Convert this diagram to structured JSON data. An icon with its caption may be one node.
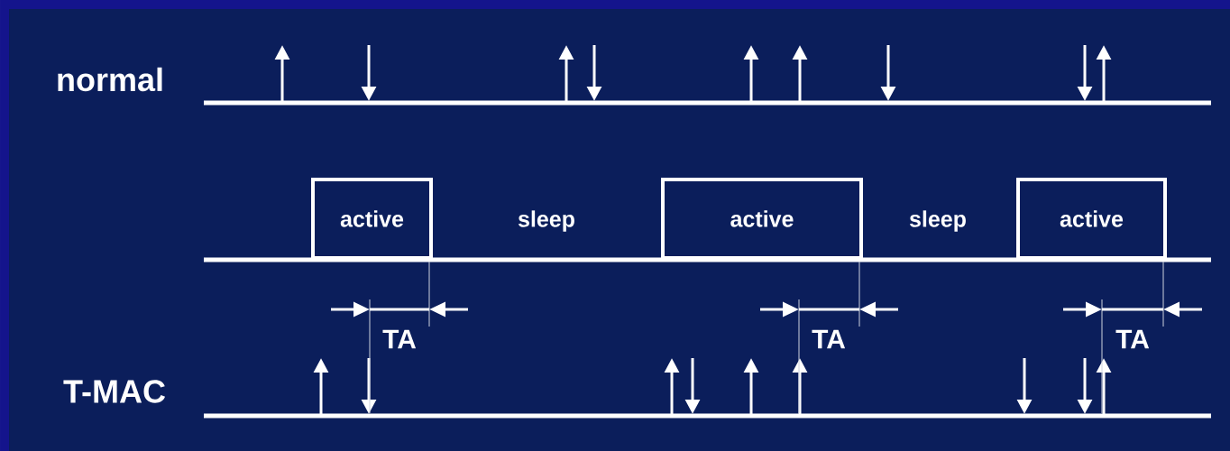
{
  "diagram": {
    "nodes": [
      {
        "text": [
          "active"
        ],
        "beside": [
          "TA"
        ]
      },
      {
        "text": [
          "active"
        ],
        "beside": [
          "TA"
        ]
      },
      {
        "text": [
          "active"
        ],
        "beside": [
          "TA"
        ]
      }
    ],
    "labels": [
      "normal",
      "sleep",
      "sleep",
      "T-MAC"
    ]
  }
}
